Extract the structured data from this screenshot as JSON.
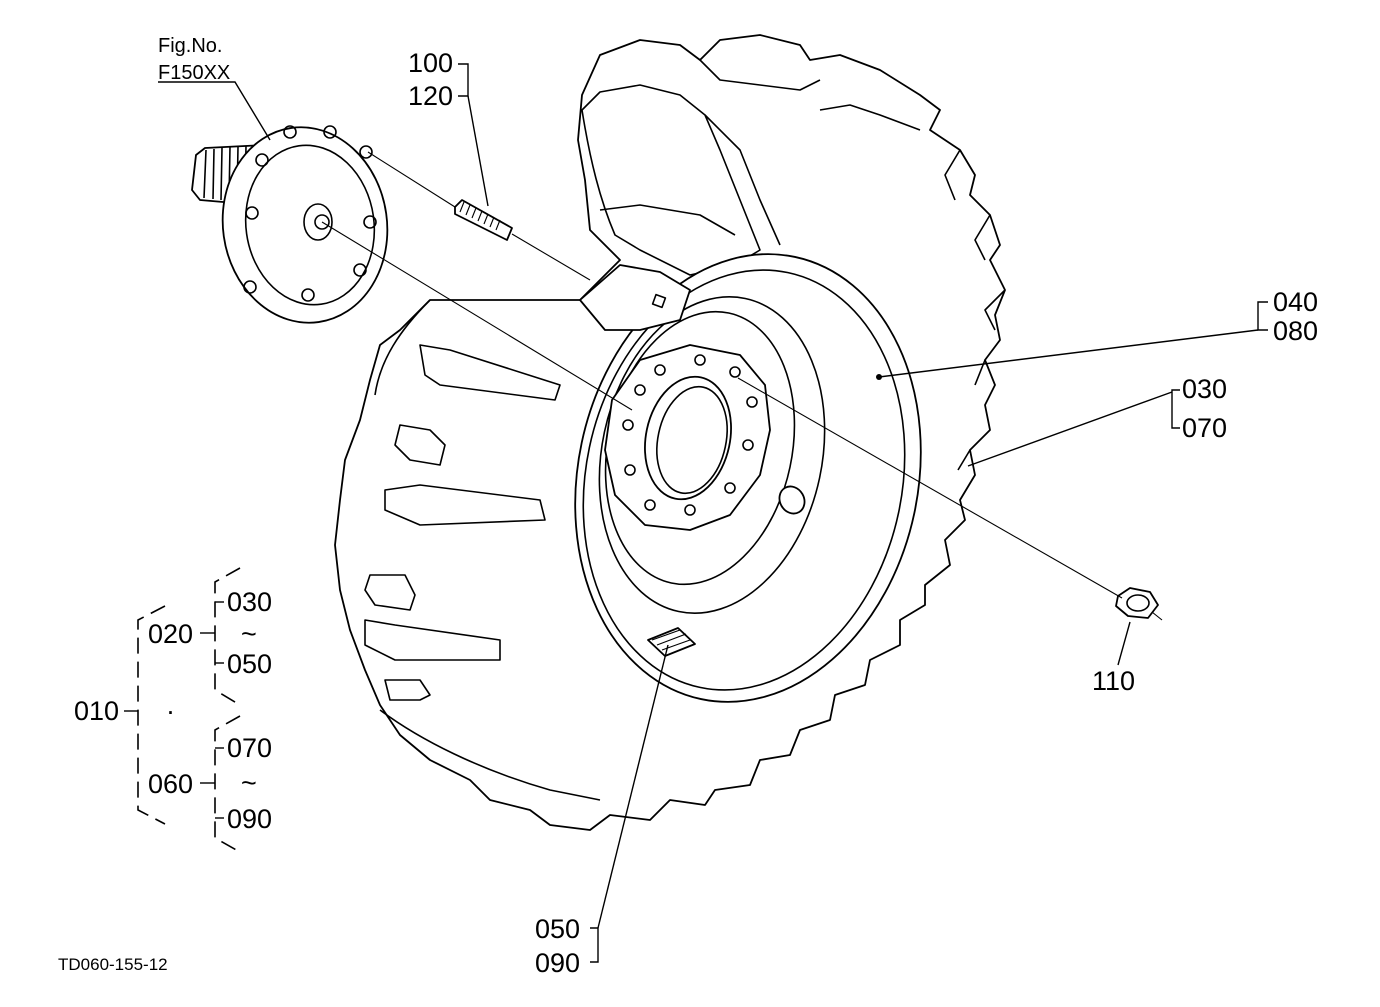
{
  "figure": {
    "fig_no_label": "Fig.No.",
    "fig_no_value": "F150XX",
    "drawing_code": "TD060-155-12"
  },
  "callouts": {
    "c100": "100",
    "c120": "120",
    "c040": "040",
    "c080": "080",
    "c030": "030",
    "c070": "070",
    "c110": "110",
    "c050": "050",
    "c090": "090"
  },
  "assembly_tree": {
    "root": "010",
    "dot": "·",
    "group1": {
      "id": "020",
      "from": "030",
      "tilde": "~",
      "to": "050"
    },
    "group2": {
      "id": "060",
      "from": "070",
      "tilde": "~",
      "to": "090"
    }
  }
}
